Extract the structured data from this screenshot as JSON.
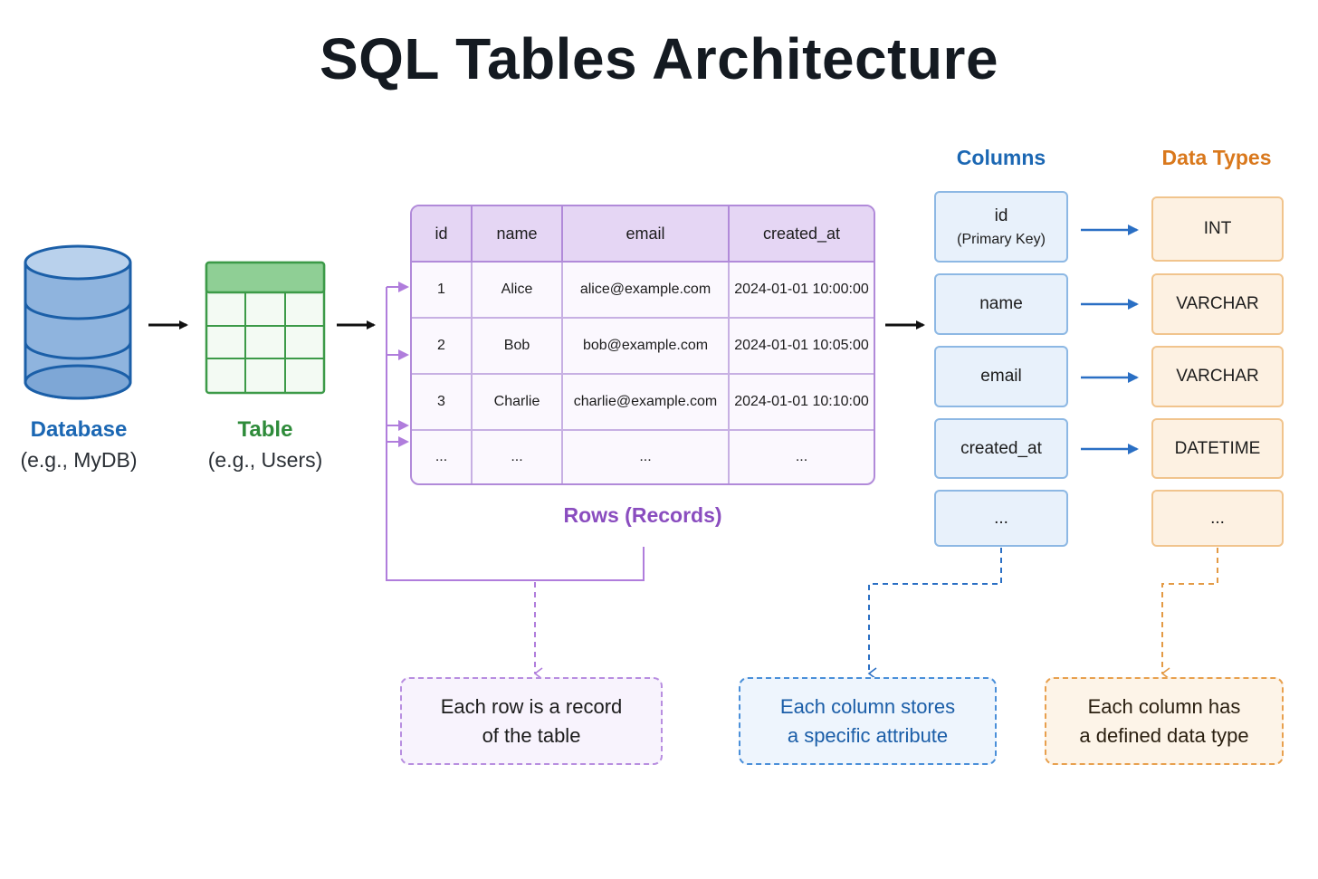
{
  "title": "SQL Tables Architecture",
  "database": {
    "label": "Database",
    "example": "(e.g., MyDB)"
  },
  "table": {
    "label": "Table",
    "example": "(e.g., Users)"
  },
  "records": {
    "headers": [
      "id",
      "name",
      "email",
      "created_at"
    ],
    "rows": [
      [
        "1",
        "Alice",
        "alice@example.com",
        "2024-01-01 10:00:00"
      ],
      [
        "2",
        "Bob",
        "bob@example.com",
        "2024-01-01 10:05:00"
      ],
      [
        "3",
        "Charlie",
        "charlie@example.com",
        "2024-01-01 10:10:00"
      ],
      [
        "...",
        "...",
        "...",
        "..."
      ]
    ],
    "caption": "Rows (Records)"
  },
  "columns": {
    "heading": "Columns",
    "items": [
      {
        "name": "id",
        "sub": "(Primary Key)"
      },
      {
        "name": "name",
        "sub": ""
      },
      {
        "name": "email",
        "sub": ""
      },
      {
        "name": "created_at",
        "sub": ""
      },
      {
        "name": "...",
        "sub": ""
      }
    ]
  },
  "data_types": {
    "heading": "Data Types",
    "items": [
      "INT",
      "VARCHAR",
      "VARCHAR",
      "DATETIME",
      "..."
    ]
  },
  "notes": {
    "rows": [
      "Each row is a record",
      "of the table"
    ],
    "columns": [
      "Each column stores",
      "a specific attribute"
    ],
    "types": [
      "Each column has",
      "a defined data type"
    ]
  },
  "colors": {
    "database": "#1b67b3",
    "table": "#2e8b3a",
    "rows": "#8a4dbf",
    "columns": "#1b67b3",
    "types": "#d9781c"
  }
}
